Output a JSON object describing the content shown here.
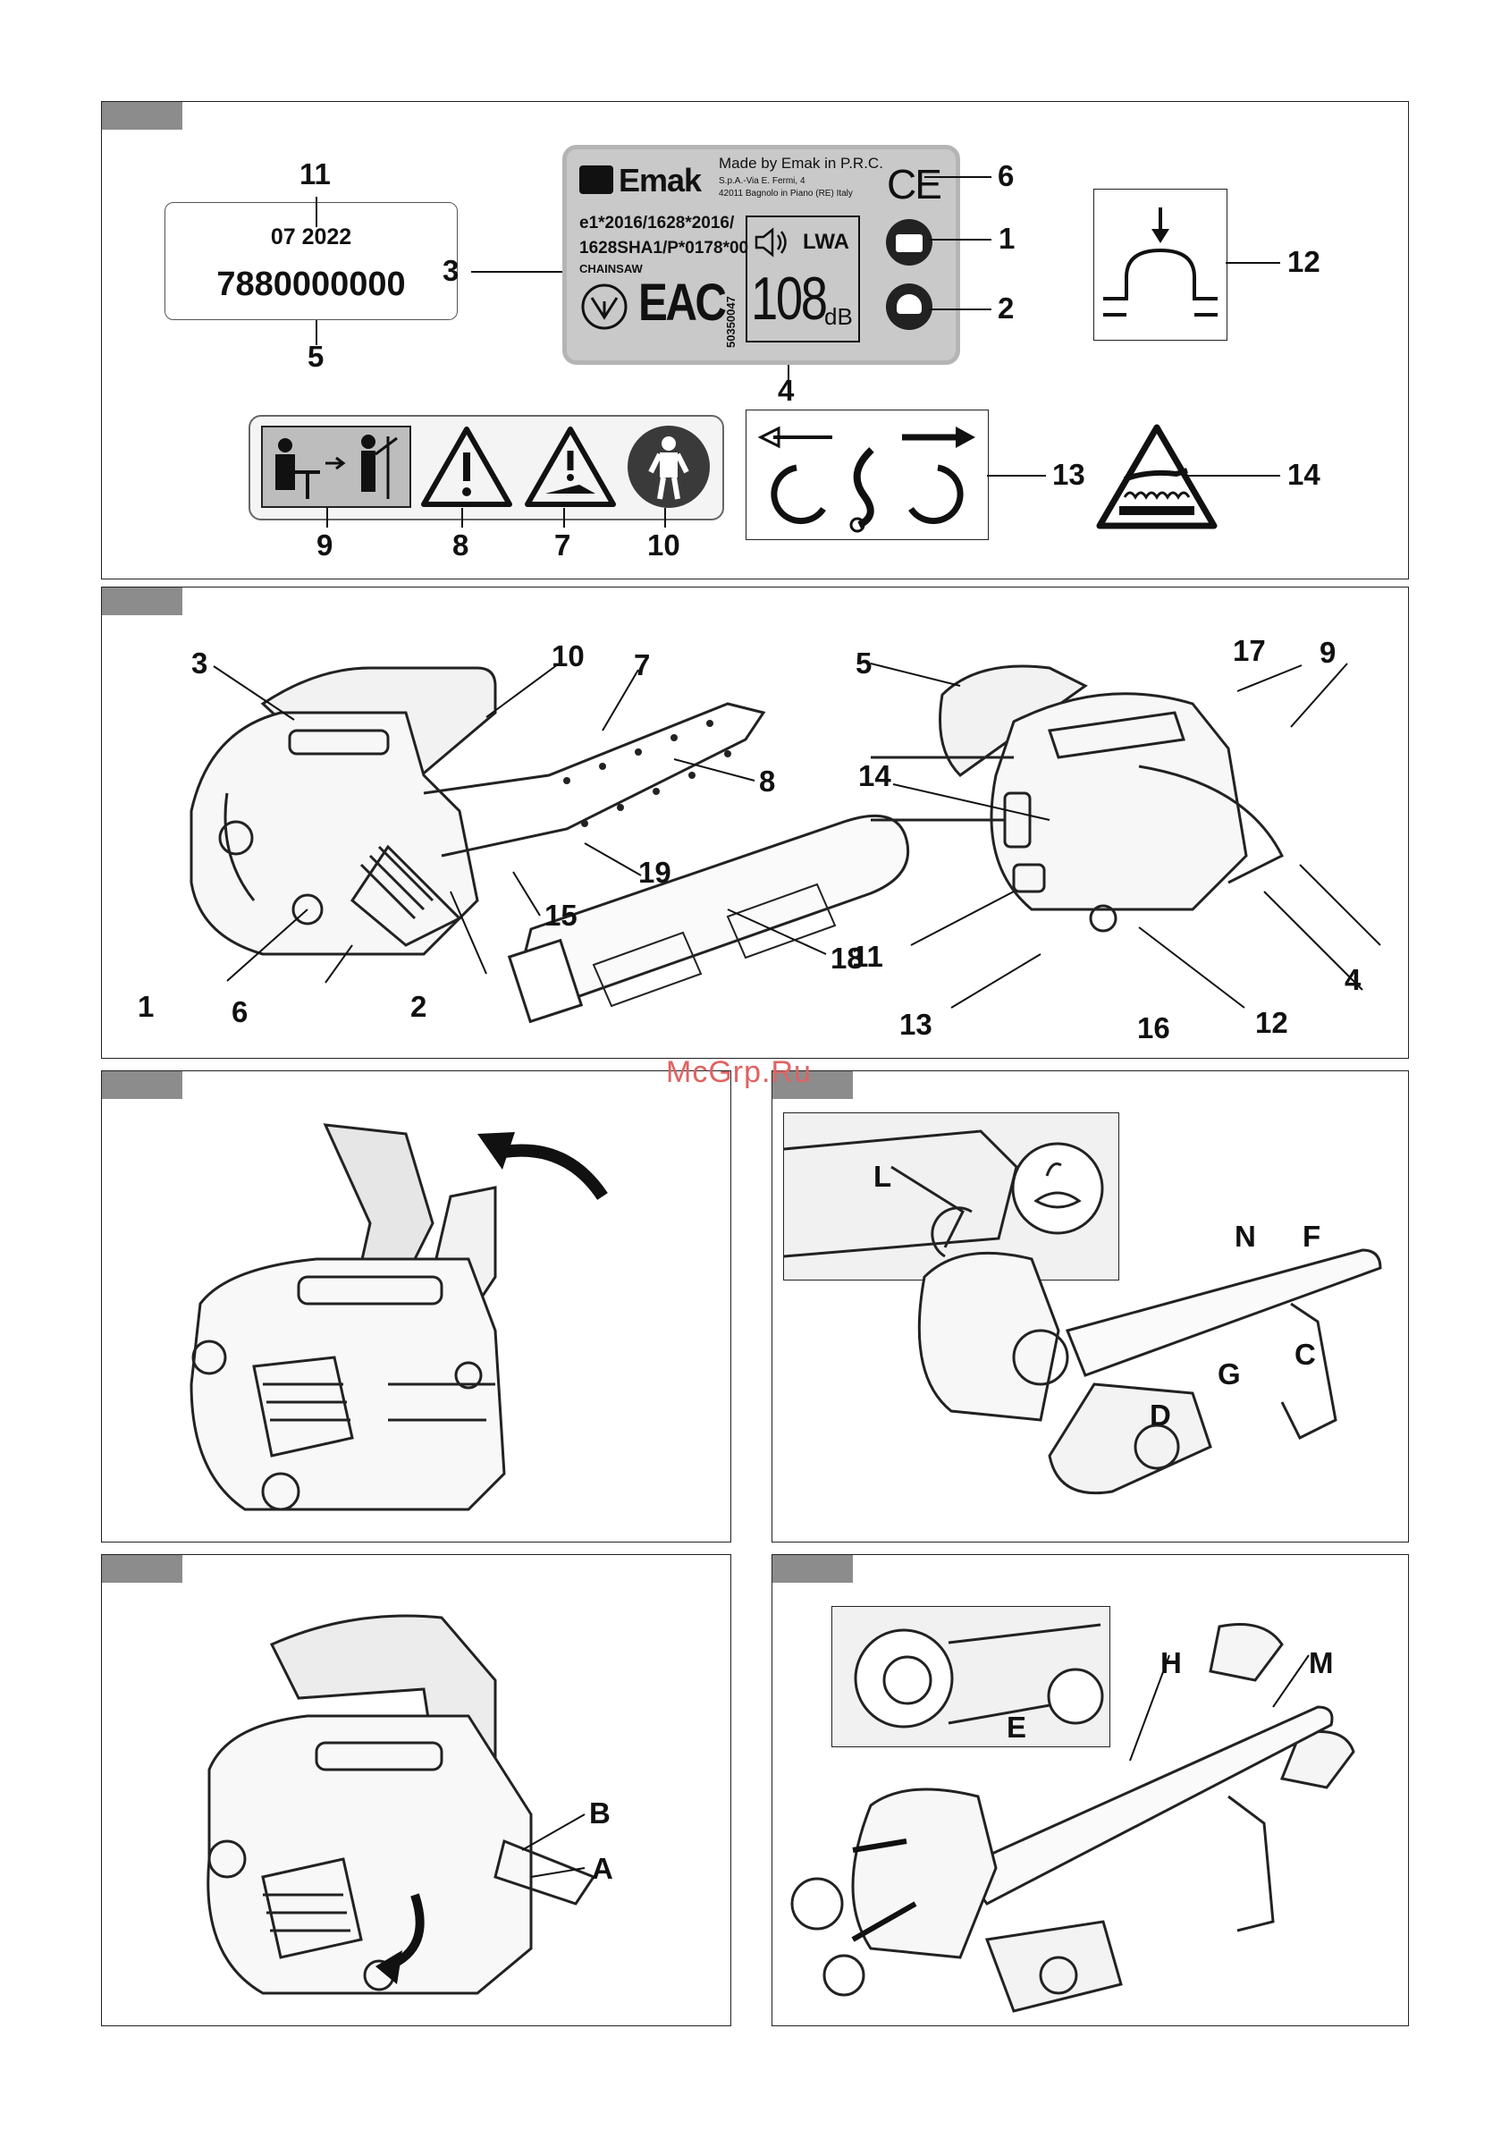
{
  "watermark": "McGrp.Ru",
  "colors": {
    "tab": "#8c8c8c",
    "label_bg": "#c9c9c9",
    "watermark": "#e06262"
  },
  "figure1": {
    "date_label": {
      "date": "07 2022",
      "serial": "7880000000"
    },
    "rating_plate": {
      "brand": "Emak",
      "made_by": "Made by Emak in P.R.C.",
      "address_1": "S.p.A.-Via E. Fermi, 4",
      "address_2": "42011 Bagnolo in Piano (RE) Italy",
      "approval_1": "e1*2016/1628*2016/",
      "approval_2": "1628SHA1/P*0178*00",
      "product": "CHAINSAW",
      "eac": "EAC",
      "code": "50350047",
      "lwa": "LWA",
      "db_value": "108",
      "db_unit": "dB",
      "ce": "CE"
    },
    "callouts": [
      "1",
      "2",
      "3",
      "4",
      "5",
      "6",
      "7",
      "8",
      "9",
      "10",
      "11",
      "12",
      "13",
      "14"
    ]
  },
  "figure2": {
    "callouts": [
      "1",
      "2",
      "3",
      "4",
      "5",
      "6",
      "7",
      "8",
      "9",
      "10",
      "11",
      "12",
      "13",
      "14",
      "15",
      "16",
      "17",
      "18",
      "19"
    ]
  },
  "figure4": {
    "letters": [
      "L",
      "N",
      "F",
      "G",
      "C",
      "D"
    ]
  },
  "figure5": {
    "letters": [
      "B",
      "A"
    ]
  },
  "figure6": {
    "letters": [
      "H",
      "M",
      "E"
    ]
  }
}
